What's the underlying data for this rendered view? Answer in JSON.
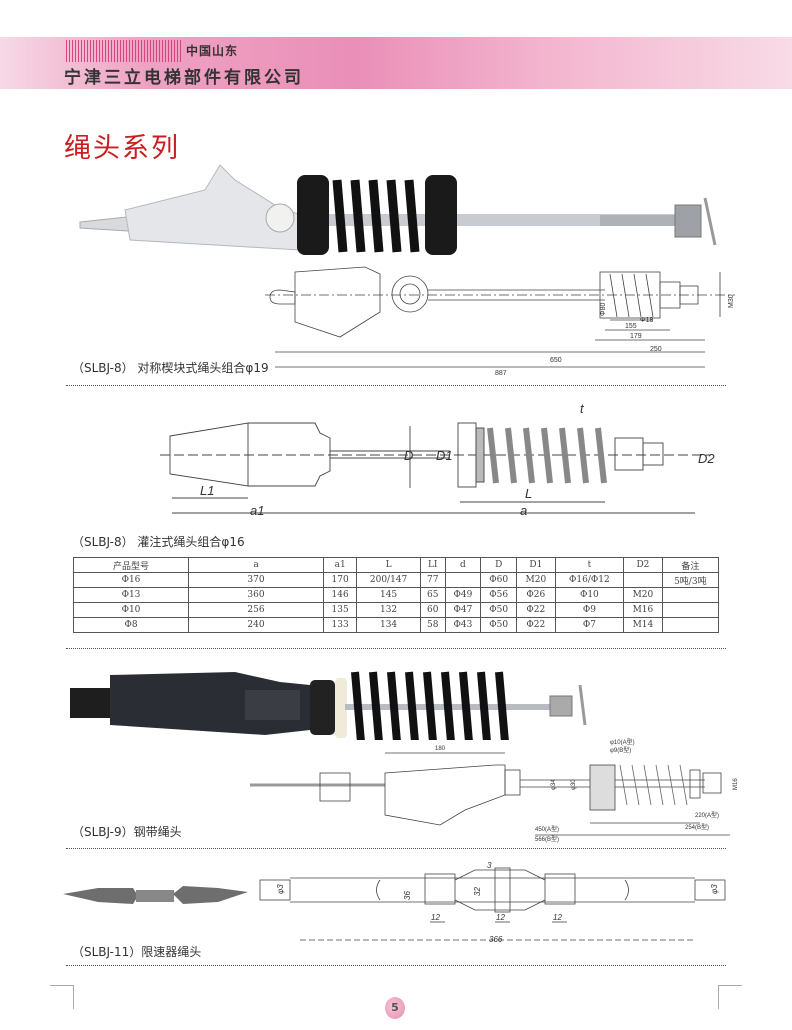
{
  "header": {
    "region": "中国山东",
    "company": "宁津三立电梯部件有限公司",
    "accent_color": "#ea8fb8"
  },
  "page_title": "绳头系列",
  "title_color": "#c71f1f",
  "sections": [
    {
      "caption": "（SLBJ-8） 对称楔块式绳头组合φ19",
      "drawing_dims": [
        "Φ80",
        "Φ18",
        "155",
        "179",
        "250",
        "650",
        "887",
        "M30"
      ]
    },
    {
      "caption": "（SLBJ-8） 灌注式绳头组合φ16",
      "drawing_labels": [
        "L1",
        "a1",
        "a",
        "L",
        "D",
        "D1",
        "D2",
        "t"
      ],
      "table": {
        "headers": [
          "产品型号",
          "a",
          "a1",
          "L",
          "LI",
          "d",
          "D",
          "D1",
          "t",
          "D2",
          "备注"
        ],
        "rows": [
          [
            "Φ16",
            "370",
            "170",
            "200/147",
            "77",
            "",
            "Φ60",
            "M20",
            "Φ16/Φ12",
            "",
            "5吨/3吨"
          ],
          [
            "Φ13",
            "360",
            "146",
            "145",
            "65",
            "Φ49",
            "Φ56",
            "Φ26",
            "Φ10",
            "M20",
            ""
          ],
          [
            "Φ10",
            "256",
            "135",
            "132",
            "60",
            "Φ47",
            "Φ50",
            "Φ22",
            "Φ9",
            "M16",
            ""
          ],
          [
            "Φ8",
            "240",
            "133",
            "134",
            "58",
            "Φ43",
            "Φ50",
            "Φ22",
            "Φ7",
            "M14",
            ""
          ]
        ]
      }
    },
    {
      "caption": "（SLBJ-9）钢带绳头",
      "drawing_dims": [
        "180",
        "φ10(A型)",
        "φ9(B型)",
        "φ34",
        "φ30",
        "220(A型)",
        "254(B型)",
        "450(A型)",
        "566(B型)",
        "M16"
      ]
    },
    {
      "caption": "（SLBJ-11）限速器绳头",
      "drawing_dims": [
        "3",
        "36",
        "32",
        "12",
        "12",
        "12",
        "366",
        "φ3",
        "φ3"
      ]
    }
  ],
  "footer": {
    "page_number": "5"
  }
}
